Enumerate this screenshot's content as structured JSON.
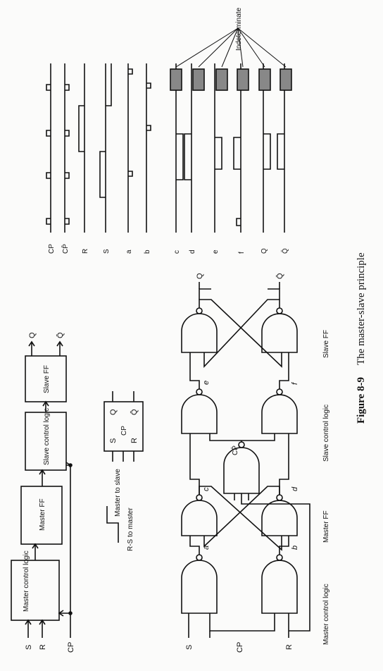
{
  "caption": {
    "figure_label": "Figure 8-9",
    "title": "The master-slave principle"
  },
  "block_diagram": {
    "master_control_logic": "Master control logic",
    "master_ff": "Master FF",
    "slave_control_logic": "Slave control logic",
    "slave_ff": "Slave FF",
    "input_s": "S",
    "input_r": "R",
    "input_cp": "CP",
    "output_q": "Q",
    "output_qbar": "Q̄"
  },
  "symbol": {
    "s": "S",
    "cp": "CP",
    "r": "R",
    "q": "Q",
    "qbar": "Q̄"
  },
  "clock_legend": {
    "rs_to_master": "R-S to master",
    "master_to_slave": "Master to slave"
  },
  "circuit": {
    "input_s": "S",
    "input_cp": "CP",
    "input_r": "R",
    "node_a": "a",
    "node_b": "b",
    "node_c": "c",
    "node_d": "d",
    "node_e": "e",
    "node_f": "f",
    "cpbar": "CP̄",
    "output_q": "Q",
    "output_qbar": "Q̄",
    "master_ff_label": "Master FF",
    "slave_control_label": "Slave control logic",
    "slave_ff_label": "Slave FF",
    "master_control_label": "Master control logic"
  },
  "timing": {
    "indeterminate": "Indeterminate",
    "signals": [
      "CP",
      "CP̄",
      "R",
      "S",
      "a",
      "b",
      "c",
      "d",
      "e",
      "f",
      "Q",
      "Q̄"
    ]
  }
}
